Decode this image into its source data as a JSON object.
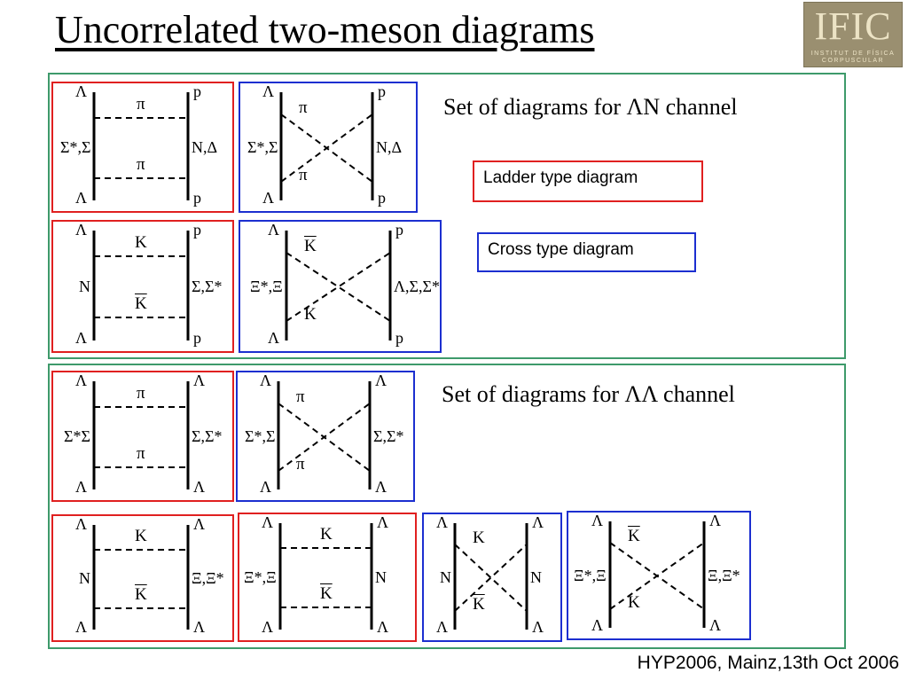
{
  "title": "Uncorrelated two-meson diagrams",
  "logo": {
    "main": "IFIC",
    "sub": "INSTITUT DE FÍSICA CORPUSCULAR",
    "color": "#9a8f70"
  },
  "colors": {
    "ladder": "#e02020",
    "cross": "#1c2fd0",
    "panel": "#3e9a6b"
  },
  "panel_top": {
    "heading": "Set of diagrams for ΛN channel"
  },
  "panel_bottom": {
    "heading": "Set of diagrams for ΛΛ channel"
  },
  "legend": {
    "ladder": "Ladder type diagram",
    "cross": "Cross type diagram"
  },
  "footer": "HYP2006, Mainz,13th Oct 2006",
  "diagrams": {
    "a1": {
      "type": "ladder",
      "tl": "Λ",
      "ml": "Σ*,Σ",
      "bl": "Λ",
      "tr": "p",
      "mr": "N,Δ",
      "br": "p",
      "e1": "π",
      "e2": "π"
    },
    "a2": {
      "type": "cross",
      "tl": "Λ",
      "ml": "Σ*,Σ",
      "bl": "Λ",
      "tr": "p",
      "mr": "N,Δ",
      "br": "p",
      "e1": "π",
      "e2": "π"
    },
    "a3": {
      "type": "ladder",
      "tl": "Λ",
      "ml": "N",
      "bl": "Λ",
      "tr": "p",
      "mr": "Σ,Σ*",
      "br": "p",
      "e1": "K",
      "e2": "K"
    },
    "a4": {
      "type": "cross",
      "tl": "Λ",
      "ml": "Ξ*,Ξ",
      "bl": "Λ",
      "tr": "p",
      "mr": "Λ,Σ,Σ*",
      "br": "p",
      "e1": "K",
      "e2": "K"
    },
    "b1": {
      "type": "ladder",
      "tl": "Λ",
      "ml": "Σ*Σ",
      "bl": "Λ",
      "tr": "Λ",
      "mr": "Σ,Σ*",
      "br": "Λ",
      "e1": "π",
      "e2": "π"
    },
    "b2": {
      "type": "cross",
      "tl": "Λ",
      "ml": "Σ*,Σ",
      "bl": "Λ",
      "tr": "Λ",
      "mr": "Σ,Σ*",
      "br": "Λ",
      "e1": "π",
      "e2": "π"
    },
    "b3": {
      "type": "ladder",
      "tl": "Λ",
      "ml": "N",
      "bl": "Λ",
      "tr": "Λ",
      "mr": "Ξ,Ξ*",
      "br": "Λ",
      "e1": "K",
      "e2": "K"
    },
    "b4": {
      "type": "ladder",
      "tl": "Λ",
      "ml": "Ξ*,Ξ",
      "bl": "Λ",
      "tr": "Λ",
      "mr": "N",
      "br": "Λ",
      "e1": "K",
      "e2": "K"
    },
    "b5": {
      "type": "cross",
      "tl": "Λ",
      "ml": "N",
      "bl": "Λ",
      "tr": "Λ",
      "mr": "N",
      "br": "Λ",
      "e1": "K",
      "e2": "K"
    },
    "b6": {
      "type": "cross",
      "tl": "Λ",
      "ml": "Ξ*,Ξ",
      "bl": "Λ",
      "tr": "Λ",
      "mr": "Ξ,Ξ*",
      "br": "Λ",
      "e1": "K",
      "e2": "K"
    }
  }
}
